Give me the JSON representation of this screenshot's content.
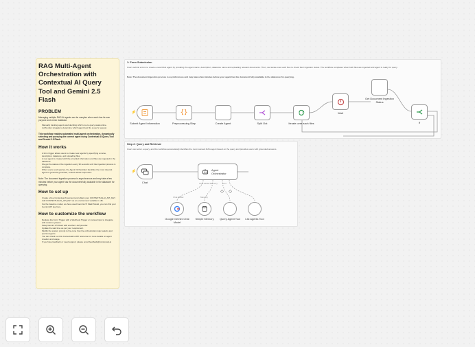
{
  "note": {
    "title": "RAG Multi-Agent Orchestration with Contextual AI Query Tool and Gemini 2.5 Flash",
    "problem_heading": "PROBLEM",
    "problem_text": "Managing multiple RAG AI agents can be complex when each has its own purpose and vector database.",
    "problem_items": [
      "Manually tracking agents and deciding which one to query wastes time.",
      "LLMs often struggle to determine which agent best fits a user's request."
    ],
    "solution_text": "This workflow enables automated multi-agent orchestration, dynamically selecting and querying the correct agent using Contextual AI Query Tool and Gemini 2.5 Flash.",
    "how_heading": "How it works",
    "how_items": [
      "A form trigger allows users to create new agents by specifying a name, description, datastore, and uploading files.",
      "A new agent is created with the provided information and files are ingested in the datastore.",
      "We get the status of the ingestion every 30 seconds until the ingestion process is complete.",
      "When users send queries, the Agent Orchestrator identifies the most relevant agent to generate grounded, context-aware responses."
    ],
    "how_note": "Note: The document ingestion process is asynchronous and may take a few minutes before your agent has the document fully available in the datastore for querying.",
    "setup_heading": "How to set up",
    "setup_items": [
      "Create a free Contextual AI account and obtain your CONTEXTUALAI_API_KEY.",
      "Add CONTEXTUALAI_API_KEY as an environment variable in n8n.",
      "For the baseline model, we have used Gemini 2.5 Flash Model, you can find your Gemini API key here."
    ],
    "custom_heading": "How to customize the workflow",
    "custom_items": [
      "Replace the Form Trigger with a Webhook Trigger or manual input to integrate with custom systems.",
      "Swap Gemini 2.5 Flash with another LLM provider.",
      "Update the wait time as per your requirement.",
      "Modify the system prompt to fine-tune how the orchestration logic selects and queries agents.",
      "You can check out this Contextual AI API reference for more details on agent creation and usage.",
      "If you have feedback or need support, please email feedback@contextual.ai"
    ]
  },
  "step1": {
    "title": "1: Form Submission",
    "text": "Users submit a form to create a new RAG agent by providing the agent name, description, datastore name and uploading relevant documents. Then, we iterate over each files to check their ingestion status. The workflow completes when both files are ingested and agent is ready for query.",
    "note": "Note: The document ingestion process is asynchronous and may take a few minutes before your agent has the document fully available in the datastore for querying.",
    "nodes": {
      "submit": "Submit Agent Information",
      "preprocess": "Preprocessing Step",
      "create": "Create Agent",
      "split": "Split Out",
      "iterate": "Iterate over each files",
      "wait": "Wait",
      "status": "Get Document Ingestion Status",
      "if": "If"
    }
  },
  "step2": {
    "title": "Step 2: Query and Retrieval",
    "text": "Users can enter a query, and the workflow automatically identifies the most relevant RAG agent based on the query and provides users with grounded answers.",
    "nodes": {
      "chat": "Chat",
      "orchestrator": "Agent Orchestrator",
      "gemini": "Google Gemini Chat Model",
      "memory": "Simple Memory",
      "query": "Query Agent Tool",
      "list": "List Agents Tool"
    },
    "ports": {
      "chat_model": "Chat Model",
      "memory": "Memory",
      "tool": "Tool"
    }
  },
  "colors": {
    "canvas": "#f2f2f2",
    "note_bg": "#fdf5d8",
    "form_icon": "#f0a24b",
    "code_icon": "#f28c28",
    "split_icon": "#b45ad6",
    "loop_icon": "#2e9a4e",
    "wait_icon": "#c44a4a",
    "if_icon": "#2e9a4e",
    "accent_red": "#e8565a"
  }
}
